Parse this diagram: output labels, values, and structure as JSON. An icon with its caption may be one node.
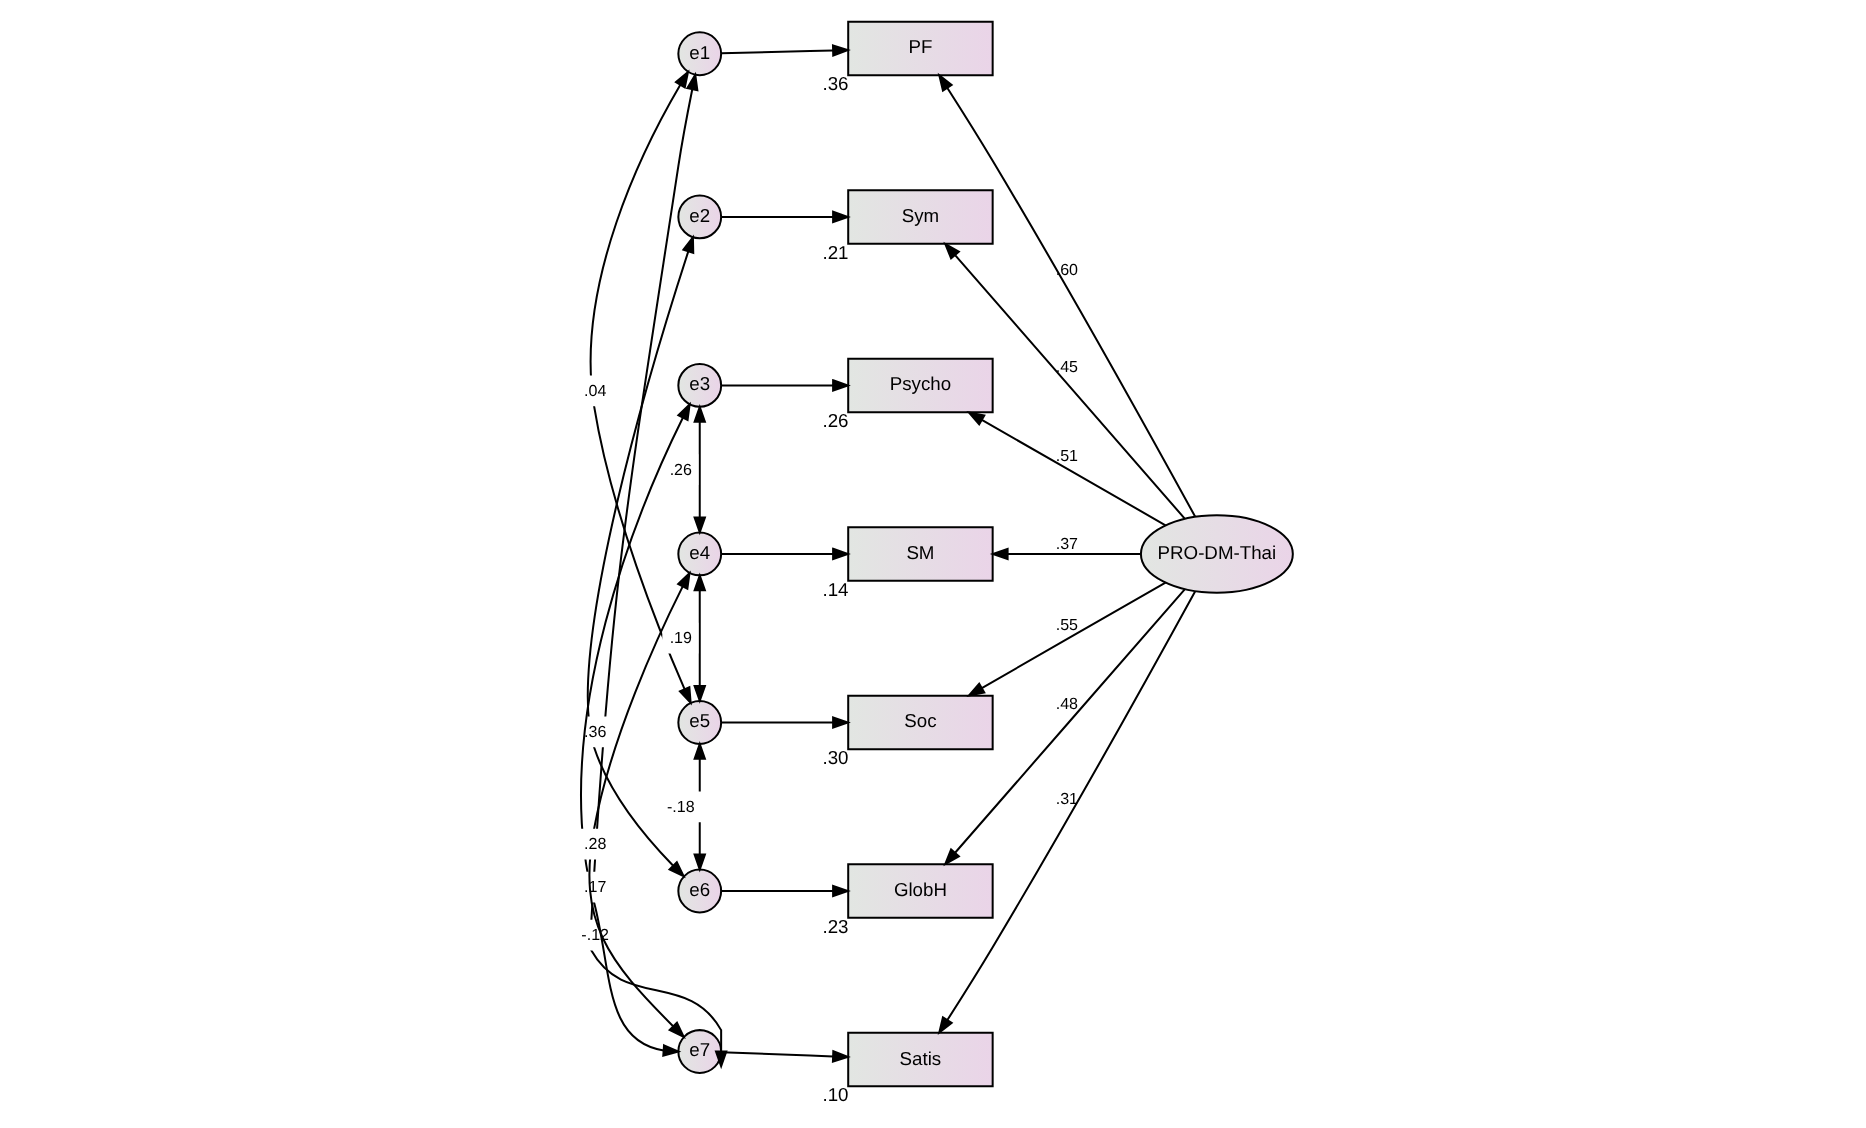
{
  "diagram": {
    "nodes": [
      {
        "text": [
          "e1"
        ]
      },
      {
        "text": [
          "e2"
        ]
      },
      {
        "text": [
          "e3"
        ]
      },
      {
        "text": [
          "e4"
        ]
      },
      {
        "text": [
          "e5"
        ]
      },
      {
        "text": [
          "e6"
        ]
      },
      {
        "text": [
          "e7"
        ]
      },
      {
        "text": [
          "PF"
        ],
        "beside": [
          ".36"
        ]
      },
      {
        "text": [
          "Sym"
        ],
        "beside": [
          ".21"
        ]
      },
      {
        "text": [
          "Psycho"
        ],
        "beside": [
          ".26"
        ]
      },
      {
        "text": [
          "SM"
        ],
        "beside": [
          ".14"
        ]
      },
      {
        "text": [
          "Soc"
        ],
        "beside": [
          ".30"
        ]
      },
      {
        "text": [
          "GlobH"
        ],
        "beside": [
          ".23"
        ]
      },
      {
        "text": [
          "Satis"
        ],
        "beside": [
          ".10"
        ]
      },
      {
        "text": [
          "PRO-DM-Thai"
        ]
      }
    ],
    "edges": [
      {
        "from": 0,
        "to": 7,
        "arrow": "to"
      },
      {
        "from": 1,
        "to": 8,
        "arrow": "to"
      },
      {
        "from": 2,
        "to": 9,
        "arrow": "to"
      },
      {
        "from": 3,
        "to": 10,
        "arrow": "to"
      },
      {
        "from": 4,
        "to": 11,
        "arrow": "to"
      },
      {
        "from": 5,
        "to": 12,
        "arrow": "to"
      },
      {
        "from": 6,
        "to": 13,
        "arrow": "to"
      },
      {
        "from": 14,
        "to": 7,
        "arrow": "to",
        "label": ".60"
      },
      {
        "from": 14,
        "to": 8,
        "arrow": "to",
        "label": ".45"
      },
      {
        "from": 14,
        "to": 9,
        "arrow": "to",
        "label": ".51"
      },
      {
        "from": 14,
        "to": 10,
        "arrow": "to",
        "label": ".37"
      },
      {
        "from": 14,
        "to": 11,
        "arrow": "to",
        "label": ".55"
      },
      {
        "from": 14,
        "to": 12,
        "arrow": "to",
        "label": ".48"
      },
      {
        "from": 14,
        "to": 13,
        "arrow": "to",
        "label": ".31"
      },
      {
        "from": 0,
        "to": 6,
        "arrow": "both",
        "label": "-.12"
      },
      {
        "from": 0,
        "to": 4,
        "arrow": "both",
        "label": ".04"
      },
      {
        "from": 1,
        "to": 5,
        "arrow": "both",
        "label": ".36"
      },
      {
        "from": 2,
        "to": 3,
        "arrow": "both",
        "label": ".26"
      },
      {
        "from": 2,
        "to": 6,
        "arrow": "both",
        "label": ".17"
      },
      {
        "from": 3,
        "to": 4,
        "arrow": "both",
        "label": ".19"
      },
      {
        "from": 3,
        "to": 6,
        "arrow": "both",
        "label": ".28"
      },
      {
        "from": 4,
        "to": 5,
        "arrow": "both",
        "label": "-.18"
      }
    ]
  }
}
